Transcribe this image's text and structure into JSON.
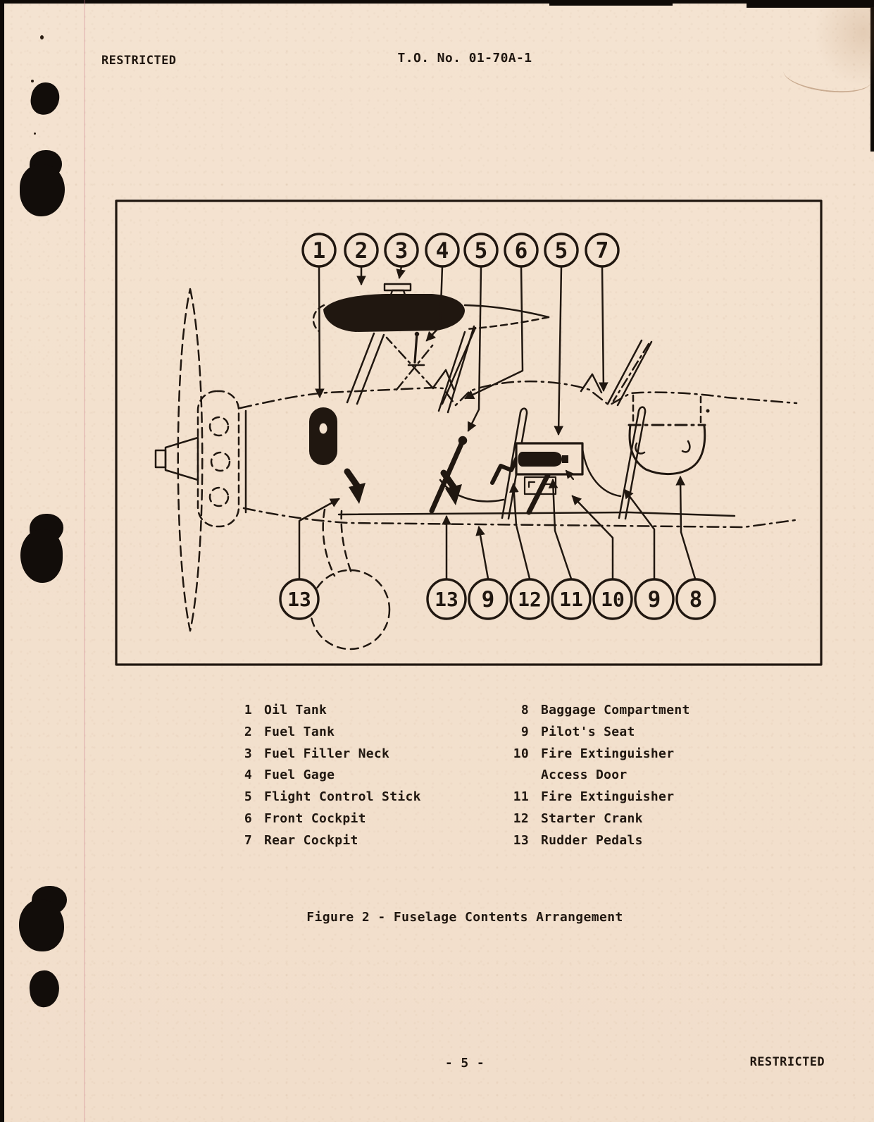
{
  "document": {
    "header": {
      "classification_left": "RESTRICTED",
      "technical_order": "T.O. No. 01-70A-1"
    },
    "figure_caption": "Figure 2 - Fuselage Contents Arrangement",
    "footer": {
      "page_number": "- 5 -",
      "classification_right": "RESTRICTED"
    }
  },
  "diagram": {
    "description": "Side-view cutaway of biplane fuselage with numbered callouts",
    "callouts_top": [
      "1",
      "2",
      "3",
      "4",
      "5",
      "6",
      "5",
      "7"
    ],
    "callouts_bottom": [
      "13",
      "13",
      "9",
      "12",
      "11",
      "10",
      "9",
      "8"
    ]
  },
  "legend": {
    "left": [
      {
        "num": "1",
        "label": "Oil Tank"
      },
      {
        "num": "2",
        "label": "Fuel Tank"
      },
      {
        "num": "3",
        "label": "Fuel Filler Neck"
      },
      {
        "num": "4",
        "label": "Fuel Gage"
      },
      {
        "num": "5",
        "label": "Flight Control Stick"
      },
      {
        "num": "6",
        "label": "Front Cockpit"
      },
      {
        "num": "7",
        "label": "Rear Cockpit"
      }
    ],
    "right": [
      {
        "num": "8",
        "label": "Baggage Compartment"
      },
      {
        "num": "9",
        "label": "Pilot's Seat"
      },
      {
        "num": "10",
        "label": "Fire Extinguisher"
      },
      {
        "num": "",
        "label": "Access Door"
      },
      {
        "num": "11",
        "label": "Fire Extinguisher"
      },
      {
        "num": "12",
        "label": "Starter Crank"
      },
      {
        "num": "13",
        "label": "Rudder Pedals"
      }
    ]
  },
  "colors": {
    "paper": "#f3e1ce",
    "ink": "#201710"
  }
}
